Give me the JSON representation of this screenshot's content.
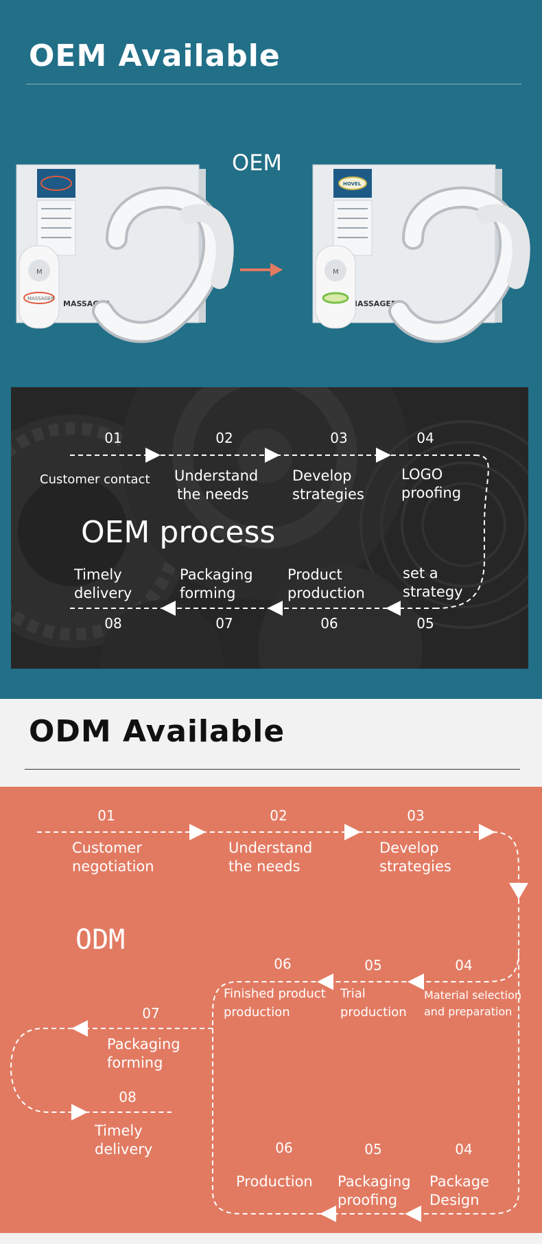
{
  "oem": {
    "title": "OEM Available",
    "label": "OEM",
    "product_before_text": "MASSAGER",
    "product_before_remote_text": "MASSAGER",
    "product_after_text": "MASSAGER",
    "product_after_logo": "HOVEL",
    "process": {
      "title": "OEM process",
      "steps": [
        {
          "num": "01",
          "label": "Customer contact"
        },
        {
          "num": "02",
          "label_lines": [
            "Understand",
            "the needs"
          ]
        },
        {
          "num": "03",
          "label_lines": [
            "Develop",
            "strategies"
          ]
        },
        {
          "num": "04",
          "label_lines": [
            "LOGO",
            "proofing"
          ]
        },
        {
          "num": "05",
          "label_lines": [
            "set a",
            "strategy"
          ]
        },
        {
          "num": "06",
          "label_lines": [
            "Product",
            "production"
          ]
        },
        {
          "num": "07",
          "label_lines": [
            "Packaging",
            "forming"
          ]
        },
        {
          "num": "08",
          "label_lines": [
            "Timely",
            "delivery"
          ]
        }
      ]
    }
  },
  "odm": {
    "title": "ODM Available",
    "label": "ODM",
    "steps_row1": [
      {
        "num": "01",
        "label_lines": [
          "Customer",
          "negotiation"
        ]
      },
      {
        "num": "02",
        "label_lines": [
          "Understand",
          "the needs"
        ]
      },
      {
        "num": "03",
        "label_lines": [
          "Develop",
          "strategies"
        ]
      }
    ],
    "steps_row2": [
      {
        "num": "04",
        "label_lines": [
          "Material selection",
          "and preparation"
        ]
      },
      {
        "num": "05",
        "label_lines": [
          "Trial",
          "production"
        ]
      },
      {
        "num": "06",
        "label_lines": [
          "Finished product",
          "production"
        ]
      }
    ],
    "steps_branch": [
      {
        "num": "07",
        "label_lines": [
          "Packaging",
          "forming"
        ]
      },
      {
        "num": "08",
        "label_lines": [
          "Timely",
          "delivery"
        ]
      }
    ],
    "steps_row3": [
      {
        "num": "04",
        "label_lines": [
          "Package",
          "Design"
        ]
      },
      {
        "num": "05",
        "label_lines": [
          "Packaging",
          "proofing"
        ]
      },
      {
        "num": "06",
        "label": "Production"
      }
    ]
  }
}
